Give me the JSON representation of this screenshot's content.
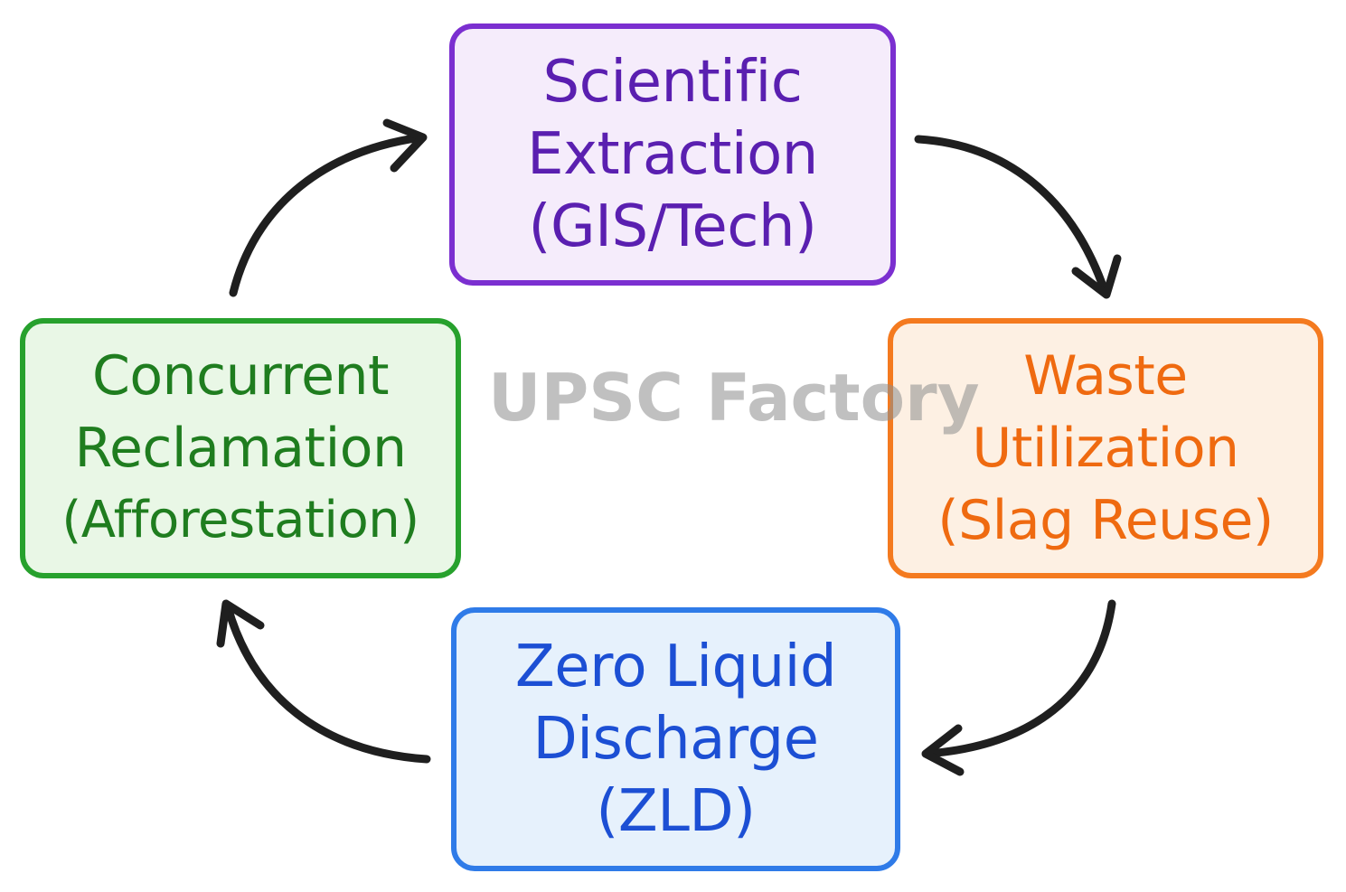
{
  "nodes": {
    "extraction": {
      "lines": [
        "Scientific",
        "Extraction",
        "(GIS/Tech)"
      ],
      "border": "#7b2fd0",
      "fill": "#f5ecfb",
      "text": "#5a1fb0"
    },
    "waste": {
      "lines": [
        "Waste",
        "Utilization",
        "(Slag Reuse)"
      ],
      "border": "#f47a1f",
      "fill": "#fdf0e3",
      "text": "#ef6a10"
    },
    "zld": {
      "lines": [
        "Zero Liquid",
        "Discharge",
        "(ZLD)"
      ],
      "border": "#2f7be8",
      "fill": "#e6f1fc",
      "text": "#1c4fd4"
    },
    "reclaim": {
      "lines": [
        "Concurrent",
        "Reclamation",
        "(Afforestation)"
      ],
      "border": "#27a12d",
      "fill": "#e9f7e6",
      "text": "#1f7d1f"
    }
  },
  "arrow_color": "#1f1f1f",
  "watermark": {
    "text": "UPSC Factory",
    "color": "#8e8e8e"
  }
}
